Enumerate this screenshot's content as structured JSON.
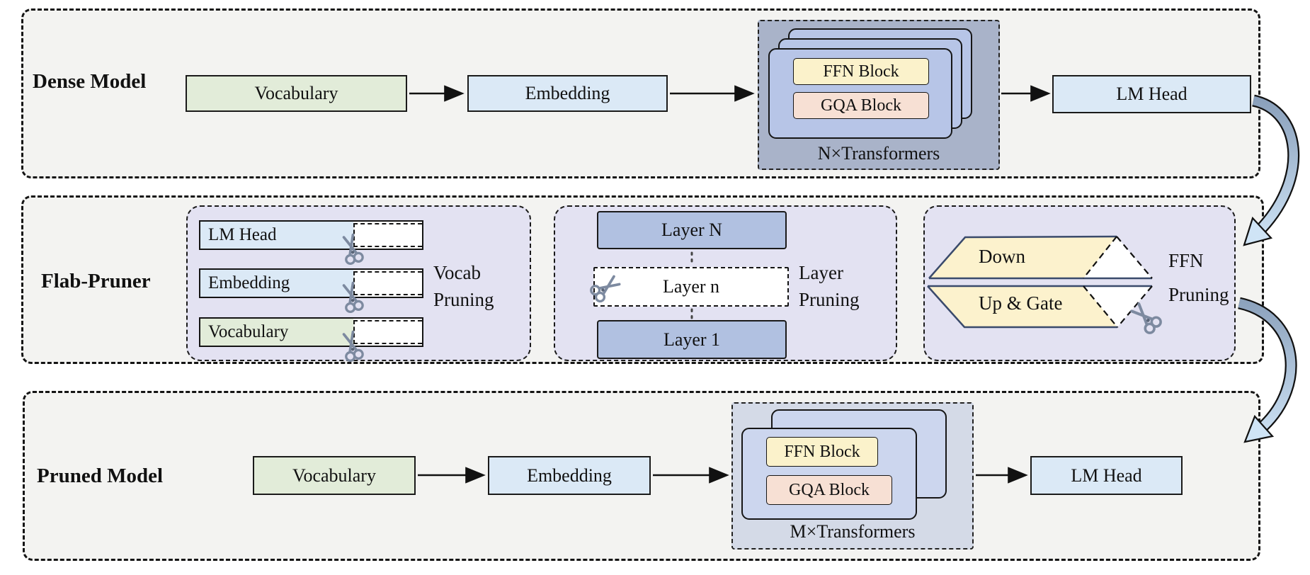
{
  "dense_model": {
    "label": "Dense Model",
    "vocabulary": "Vocabulary",
    "embedding": "Embedding",
    "ffn_block": "FFN Block",
    "gqa_block": "GQA Block",
    "transformers": "N×Transformers",
    "lm_head": "LM Head"
  },
  "flab_pruner": {
    "label": "Flab-Pruner",
    "vocab_pruning": {
      "caption": "Vocab Pruning",
      "bars": [
        {
          "label": "LM Head",
          "kept_ratio": 0.69,
          "color": "#dbe9f6"
        },
        {
          "label": "Embedding",
          "kept_ratio": 0.69,
          "color": "#dbe9f6"
        },
        {
          "label": "Vocabulary",
          "kept_ratio": 0.69,
          "color": "#e2ecd9"
        }
      ]
    },
    "layer_pruning": {
      "caption": "Layer Pruning",
      "layers": [
        {
          "label": "Layer N",
          "pruned": false
        },
        {
          "label": "Layer n",
          "pruned": true
        },
        {
          "label": "Layer 1",
          "pruned": false
        }
      ]
    },
    "ffn_pruning": {
      "caption": "FFN Pruning",
      "down": "Down",
      "up_gate": "Up & Gate"
    }
  },
  "pruned_model": {
    "label": "Pruned Model",
    "vocabulary": "Vocabulary",
    "embedding": "Embedding",
    "ffn_block": "FFN Block",
    "gqa_block": "GQA Block",
    "transformers": "M×Transformers",
    "lm_head": "LM Head"
  },
  "icons": {
    "scissors": "✂"
  },
  "colors": {
    "section_bg": "#f3f3f1",
    "panel_bg": "#e3e2f2",
    "green_box": "#e2ecd9",
    "blue_box": "#dbe9f6",
    "transformer_card": "#b7c5e7",
    "transformer_card_light": "#ccd6ee",
    "transformer_container_dark": "#a9b3c9",
    "transformer_container_light": "#d4dae7",
    "ffn_yellow": "#fbf2cb",
    "gqa_pink": "#f7e0d4",
    "layer_blue": "#b1c1e1",
    "trapezoid_yellow": "#fcf2cd",
    "arrow_gradient_start": "#8aa0bb",
    "arrow_gradient_end": "#cfe4f6"
  }
}
